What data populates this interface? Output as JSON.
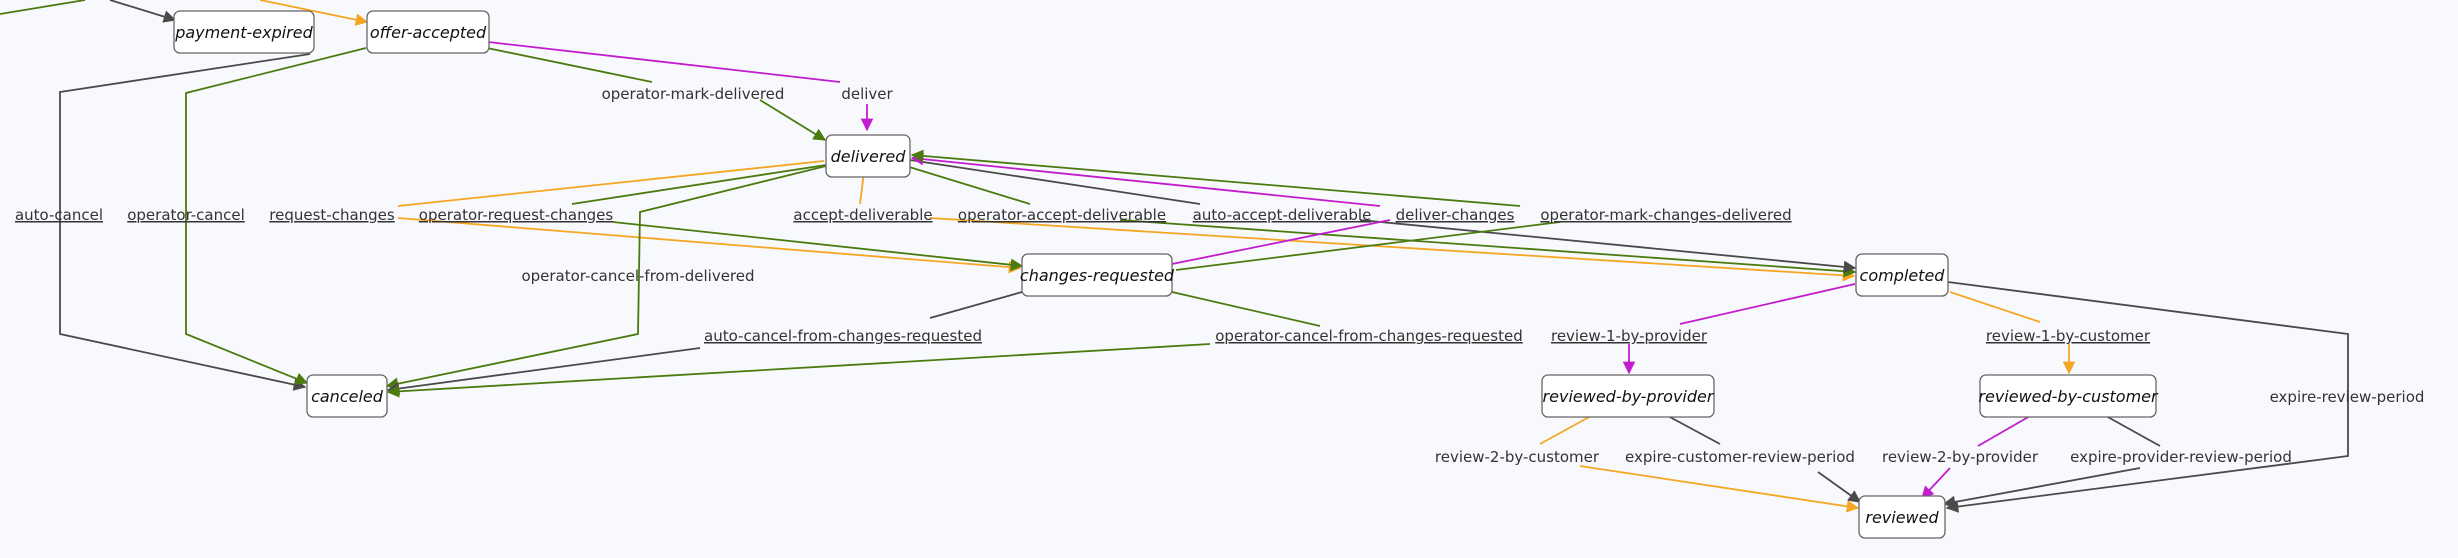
{
  "colors": {
    "green": "#4b7a0f",
    "orange": "#f5a623",
    "magenta": "#c21ccf",
    "gray": "#4a4a4a",
    "background": "#f8f9fc"
  },
  "nodes": {
    "payment_expired": "payment-expired",
    "offer_accepted": "offer-accepted",
    "delivered": "delivered",
    "changes_requested": "changes-requested",
    "completed": "completed",
    "canceled": "canceled",
    "reviewed_by_provider": "reviewed-by-provider",
    "reviewed_by_customer": "reviewed-by-customer",
    "reviewed": "reviewed"
  },
  "edge_labels": {
    "operator_mark_delivered": "operator-mark-delivered",
    "deliver": "deliver",
    "auto_cancel": "auto-cancel",
    "operator_cancel": "operator-cancel",
    "request_changes": "request-changes",
    "operator_request_changes": "operator-request-changes",
    "accept_deliverable": "accept-deliverable",
    "operator_accept_deliverable": "operator-accept-deliverable",
    "auto_accept_deliverable": "auto-accept-deliverable",
    "deliver_changes": "deliver-changes",
    "operator_mark_changes_delivered": "operator-mark-changes-delivered",
    "operator_cancel_from_delivered": "operator-cancel-from-delivered",
    "auto_cancel_from_changes_requested": "auto-cancel-from-changes-requested",
    "operator_cancel_from_changes_requested": "operator-cancel-from-changes-requested",
    "review_1_by_provider": "review-1-by-provider",
    "review_1_by_customer": "review-1-by-customer",
    "expire_review_period": "expire-review-period",
    "review_2_by_customer": "review-2-by-customer",
    "expire_customer_review_period": "expire-customer-review-period",
    "review_2_by_provider": "review-2-by-provider",
    "expire_provider_review_period": "expire-provider-review-period"
  }
}
